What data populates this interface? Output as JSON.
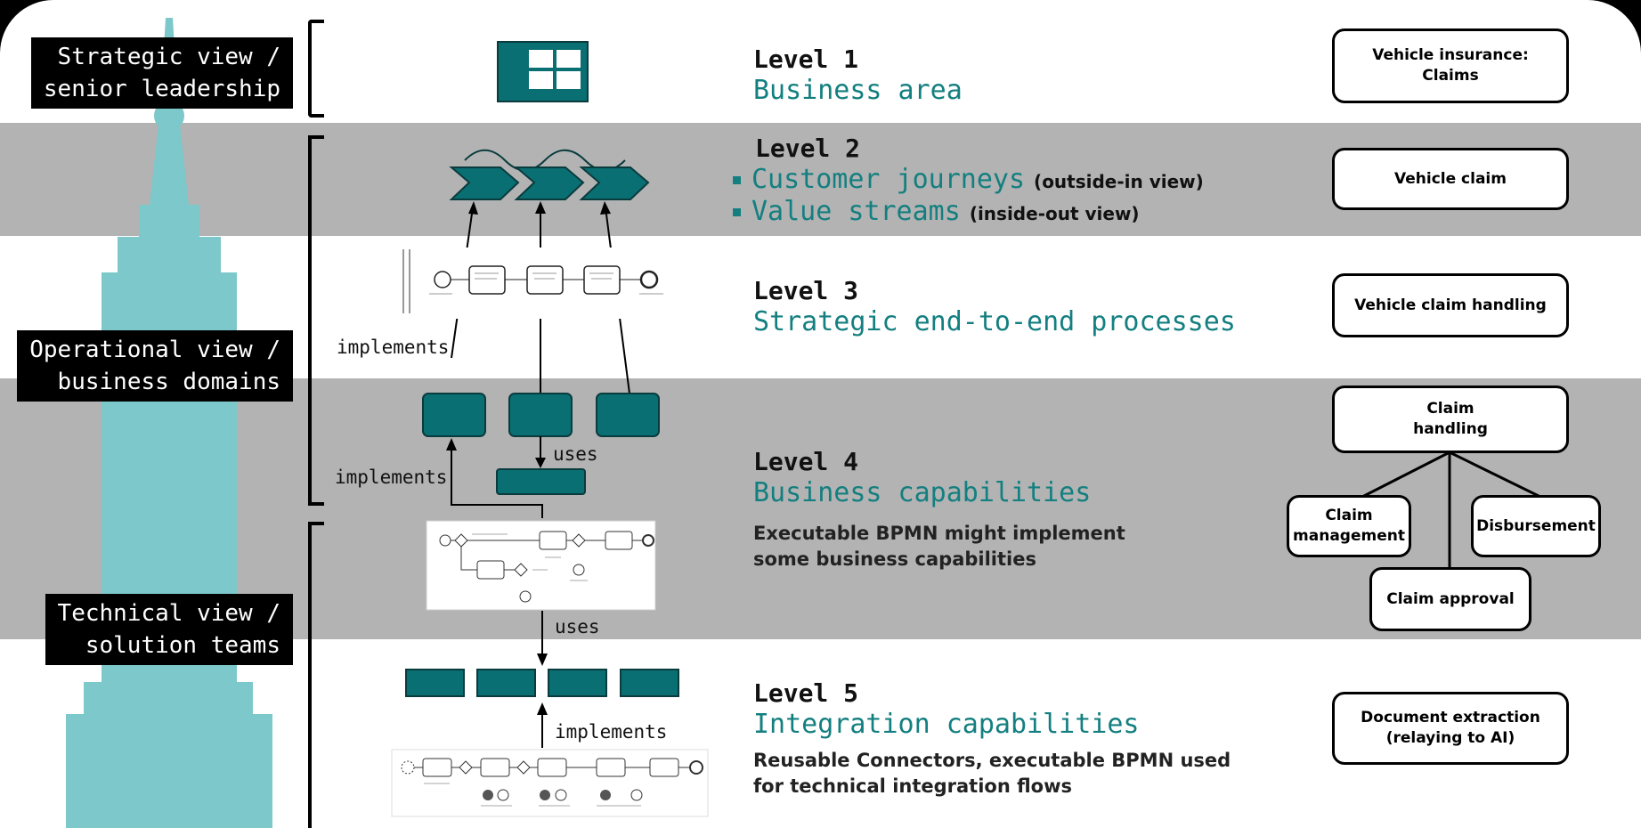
{
  "views": [
    {
      "line1": "Strategic view /",
      "line2": "senior leadership"
    },
    {
      "line1": "Operational view /",
      "line2": "business domains"
    },
    {
      "line1": "Technical view /",
      "line2": "solution teams"
    }
  ],
  "levels": [
    {
      "num": "Level 1",
      "name": "Business area"
    },
    {
      "num": "Level 2",
      "bullets": [
        {
          "label": "Customer journeys",
          "note": "(outside-in view)"
        },
        {
          "label": "Value streams",
          "note": "(inside-out view)"
        }
      ]
    },
    {
      "num": "Level 3",
      "name": "Strategic end-to-end processes"
    },
    {
      "num": "Level 4",
      "name": "Business capabilities",
      "desc": [
        "Executable BPMN might implement",
        "some business capabilities"
      ]
    },
    {
      "num": "Level 5",
      "name": "Integration capabilities",
      "desc": [
        "Reusable Connectors, executable BPMN used",
        "for technical integration flows"
      ]
    }
  ],
  "relations": {
    "implements": "implements",
    "uses": "uses"
  },
  "examples": {
    "l1": [
      "Vehicle insurance:",
      "Claims"
    ],
    "l2": "Vehicle claim",
    "l3": "Vehicle claim handling",
    "l4_root": [
      "Claim",
      "handling"
    ],
    "l4_children": {
      "management": [
        "Claim",
        "management"
      ],
      "disbursement": "Disbursement",
      "approval": "Claim approval"
    },
    "l5": [
      "Document extraction",
      "(relaying to AI)"
    ]
  },
  "colors": {
    "teal": "#147f80",
    "box_teal": "#0a6f72",
    "band_gray": "#b3b3b3",
    "tower": "#7cc8cb"
  },
  "icons": [
    "grid-icon",
    "tower-icon",
    "chevron-arrow-icon",
    "bpmn-diagram-icon"
  ]
}
